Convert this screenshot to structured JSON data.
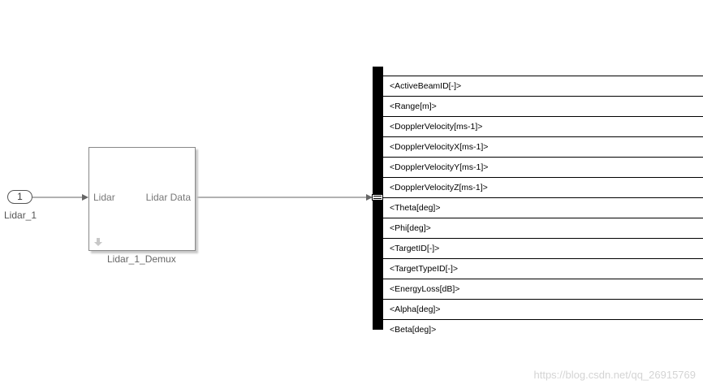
{
  "inport": {
    "number": "1",
    "label": "Lidar_1"
  },
  "subsystem": {
    "input_port": "Lidar",
    "output_port": "Lidar Data",
    "label": "Lidar_1_Demux"
  },
  "bus_selector": {
    "signals": [
      "<ActiveBeamID[-]>",
      "<Range[m]>",
      "<DopplerVelocity[ms-1]>",
      "<DopplerVelocityX[ms-1]>",
      "<DopplerVelocityY[ms-1]>",
      "<DopplerVelocityZ[ms-1]>",
      "<Theta[deg]>",
      "<Phi[deg]>",
      "<TargetID[-]>",
      "<TargetTypeID[-]>",
      "<EnergyLoss[dB]>",
      "<Alpha[deg]>",
      "<Beta[deg]>"
    ]
  },
  "watermark": "https://blog.csdn.net/qq_26915769",
  "colors": {
    "line": "#666666",
    "block_border": "#888888",
    "bar": "#000000"
  }
}
